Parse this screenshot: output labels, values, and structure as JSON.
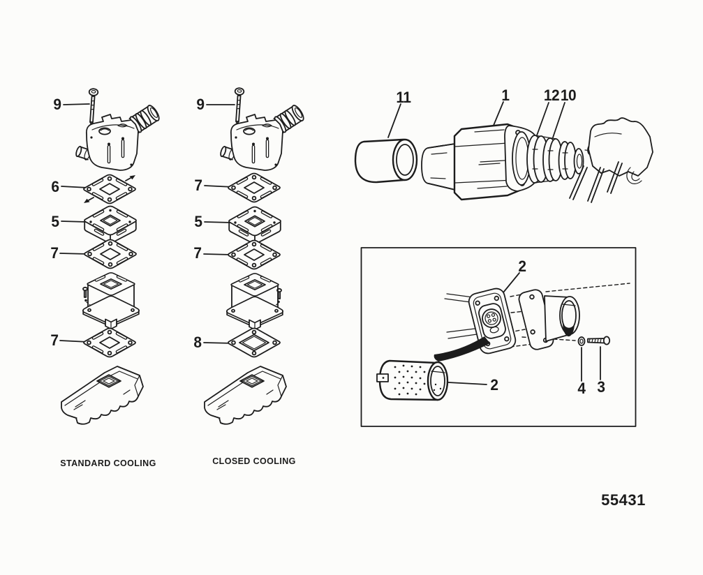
{
  "figure": {
    "kind": "exploded-parts-line-drawing",
    "paper_color": "#fcfcfa",
    "ink_color": "#1c1c1c",
    "drawing_number": "55431"
  },
  "standard_cooling": {
    "caption": "STANDARD COOLING",
    "callouts": [
      {
        "id": "elbow-screw",
        "label": "9"
      },
      {
        "id": "upper-gasket",
        "label": "6"
      },
      {
        "id": "spacer-block",
        "label": "5"
      },
      {
        "id": "middle-gasket",
        "label": "7"
      },
      {
        "id": "lower-gasket",
        "label": "7"
      }
    ]
  },
  "closed_cooling": {
    "caption": "CLOSED COOLING",
    "callouts": [
      {
        "id": "elbow-screw",
        "label": "9"
      },
      {
        "id": "upper-gasket",
        "label": "7"
      },
      {
        "id": "spacer-block",
        "label": "5"
      },
      {
        "id": "middle-gasket",
        "label": "7"
      },
      {
        "id": "lower-gasket",
        "label": "8"
      }
    ]
  },
  "muffler_assembly": {
    "callouts": [
      {
        "id": "hose",
        "label": "11"
      },
      {
        "id": "muffler",
        "label": "1"
      },
      {
        "id": "inner-sleeve",
        "label": "12"
      },
      {
        "id": "outer-ring",
        "label": "10"
      }
    ]
  },
  "detail_inset": {
    "callouts": [
      {
        "id": "flange-gasket",
        "label": "2"
      },
      {
        "id": "strainer",
        "label": "2"
      },
      {
        "id": "washer",
        "label": "4"
      },
      {
        "id": "screw",
        "label": "3"
      }
    ]
  }
}
